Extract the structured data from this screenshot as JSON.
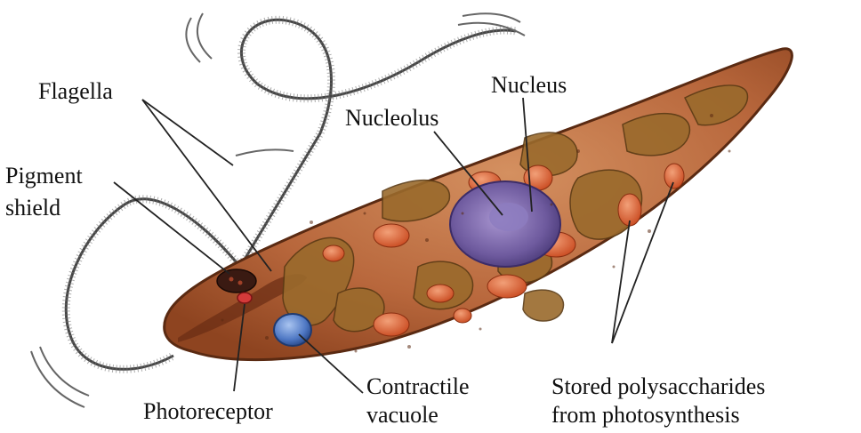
{
  "diagram": {
    "labels": {
      "flagella": "Flagella",
      "pigment_shield_line1": "Pigment",
      "pigment_shield_line2": "shield",
      "nucleolus": "Nucleolus",
      "nucleus": "Nucleus",
      "photoreceptor": "Photoreceptor",
      "contractile_vacuole_line1": "Contractile",
      "contractile_vacuole_line2": "vacuole",
      "stored_polysaccharides_line1": "Stored polysaccharides",
      "stored_polysaccharides_line2": "from photosynthesis"
    },
    "colors": {
      "cell_body": "#b8673c",
      "cell_outline": "#5a2a12",
      "chloroplast": "#9a6a2c",
      "paramylon": "#d9582a",
      "nucleus": "#6e5a9e",
      "vacuole": "#4f78c4",
      "pigment_shield": "#3a1a12",
      "photoreceptor": "#d43a3a",
      "leader_line": "#222222"
    }
  }
}
